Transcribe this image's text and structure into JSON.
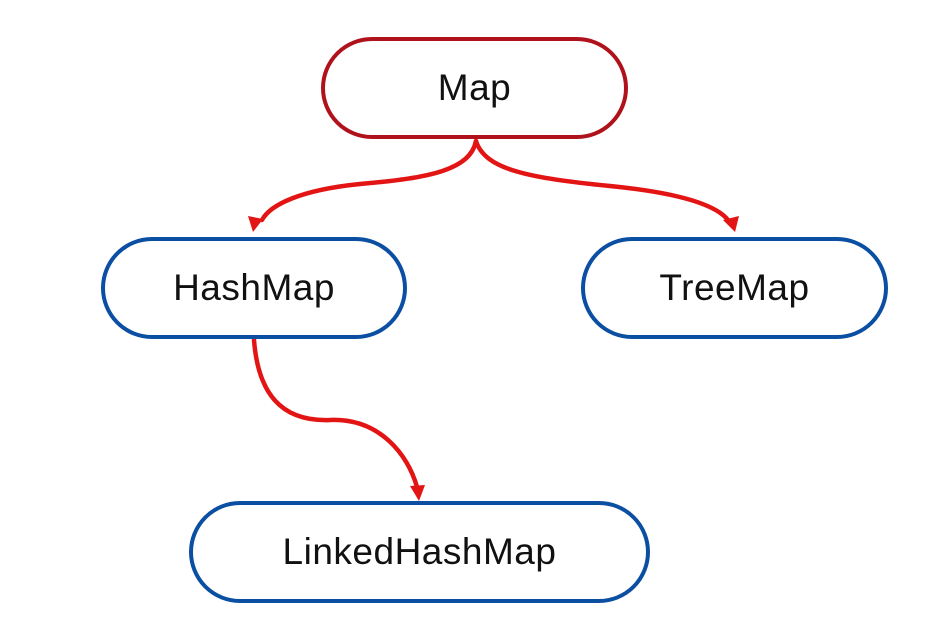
{
  "diagram": {
    "nodes": {
      "map": "Map",
      "hashmap": "HashMap",
      "treemap": "TreeMap",
      "linkedhashmap": "LinkedHashMap"
    },
    "edges": [
      {
        "from": "Map",
        "to": "HashMap"
      },
      {
        "from": "Map",
        "to": "TreeMap"
      },
      {
        "from": "HashMap",
        "to": "LinkedHashMap"
      }
    ],
    "colors": {
      "root_border": "#b0121b",
      "child_border": "#0b4fa2",
      "edge": "#e31414"
    }
  }
}
